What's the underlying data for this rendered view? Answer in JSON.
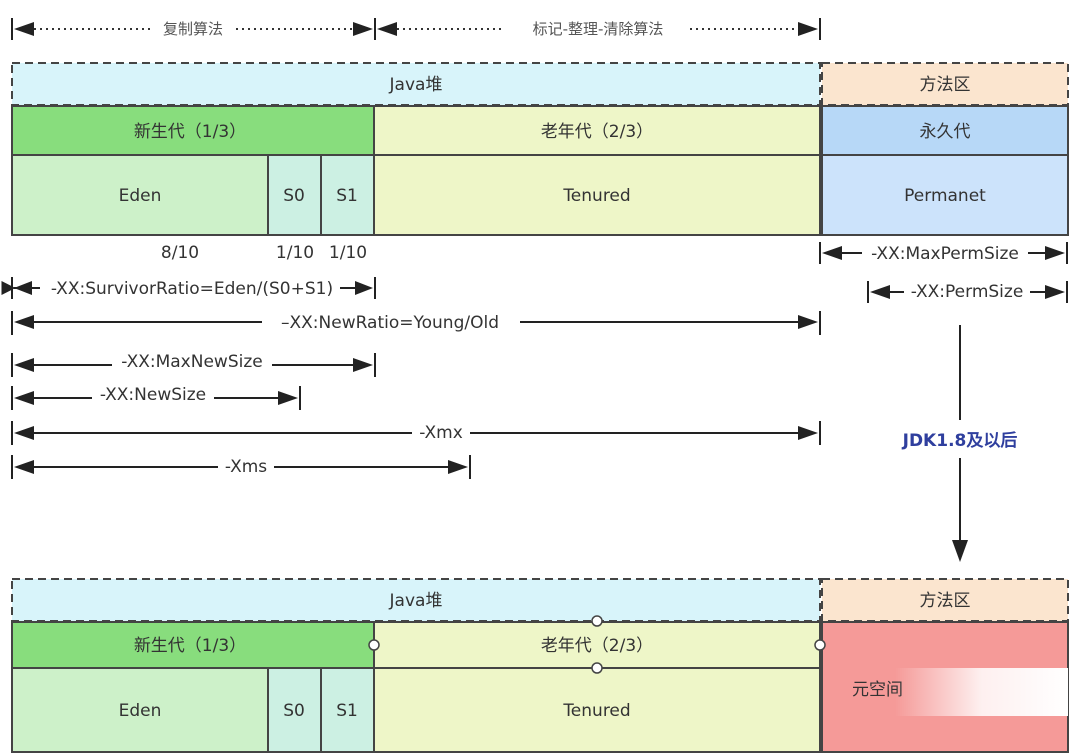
{
  "top_algorithms": {
    "copy": "复制算法",
    "mark_compact": "标记-整理-清除算法"
  },
  "before": {
    "heap_label": "Java堆",
    "method_area_label": "方法区",
    "young_gen": "新生代（1/3）",
    "old_gen": "老年代（2/3）",
    "perm_gen": "永久代",
    "eden": "Eden",
    "s0": "S0",
    "s1": "S1",
    "tenured": "Tenured",
    "permanet": "Permanet",
    "eden_ratio": "8/10",
    "s0_ratio": "1/10",
    "s1_ratio": "1/10"
  },
  "params": {
    "survivor_ratio": "-XX:SurvivorRatio=Eden/(S0+S1)",
    "new_ratio": "–XX:NewRatio=Young/Old",
    "max_new_size": "-XX:MaxNewSize",
    "new_size": "-XX:NewSize",
    "xmx": "-Xmx",
    "xms": "-Xms",
    "max_perm_size": "-XX:MaxPermSize",
    "perm_size": "-XX:PermSize"
  },
  "transition_label": "JDK1.8及以后",
  "after": {
    "heap_label": "Java堆",
    "method_area_label": "方法区",
    "young_gen": "新生代（1/3）",
    "old_gen": "老年代（2/3）",
    "eden": "Eden",
    "s0": "S0",
    "s1": "S1",
    "tenured": "Tenured",
    "metaspace": "元空间"
  },
  "colors": {
    "heap_header": "#d8f4fa",
    "method_header": "#fbe5cf",
    "young_header": "#88dd7d",
    "young_body": "#cdf1c9",
    "survivor": "#ccf0e3",
    "old": "#eef6c8",
    "perm_header": "#b7d8f7",
    "perm_body": "#cce3fb",
    "metaspace": "#f59a98",
    "jdk_text": "#2f3f9e"
  }
}
